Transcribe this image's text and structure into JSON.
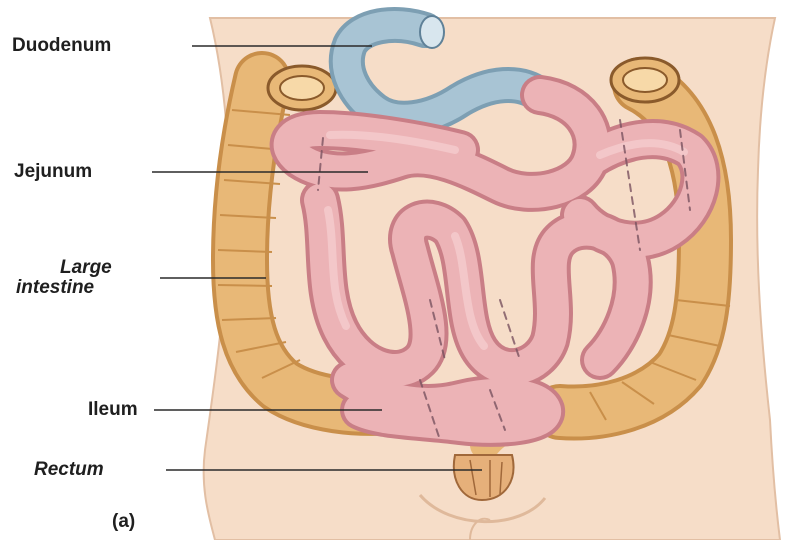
{
  "labels": {
    "duodenum": "Duodenum",
    "jejunum": "Jejunum",
    "large_intestine_line1": "Large",
    "large_intestine_line2": "intestine",
    "ileum": "Ileum",
    "rectum": "Rectum",
    "panel": "(a)"
  },
  "colors": {
    "skin": "#f6ddc8",
    "skin_shadow": "#e9c2a6",
    "colon": "#e8b877",
    "colon_shadow": "#c98f4a",
    "small_intestine": "#ecb3b6",
    "small_intestine_shadow": "#c97e86",
    "duodenum": "#a8c4d4",
    "duodenum_shadow": "#7d9fb3",
    "leader_line": "#2a2a2a"
  }
}
